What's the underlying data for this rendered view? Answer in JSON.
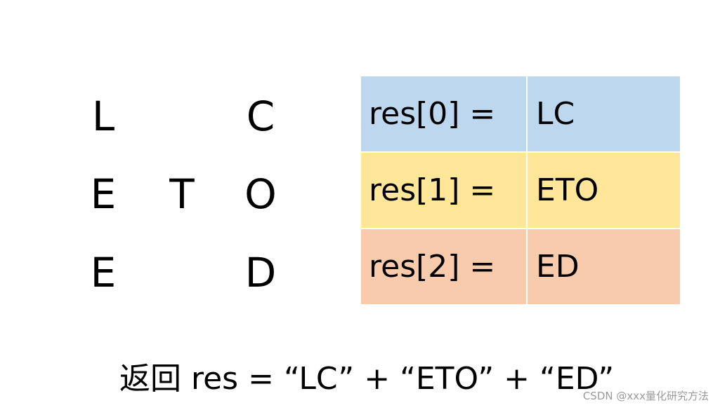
{
  "grid": [
    [
      "L",
      "",
      "C"
    ],
    [
      "E",
      "T",
      "O"
    ],
    [
      "E",
      "",
      "D"
    ]
  ],
  "table": {
    "rows": [
      {
        "label": "res[0] =",
        "value": "LC"
      },
      {
        "label": "res[1] =",
        "value": "ETO"
      },
      {
        "label": "res[2] =",
        "value": "ED"
      }
    ]
  },
  "result_line": "返回 res = “LC” + “ETO” + “ED”",
  "watermark": "CSDN @xxx量化研究方法",
  "colors": {
    "row0": "#bdd7ee",
    "row1": "#ffe699",
    "row2": "#f8cbad"
  }
}
